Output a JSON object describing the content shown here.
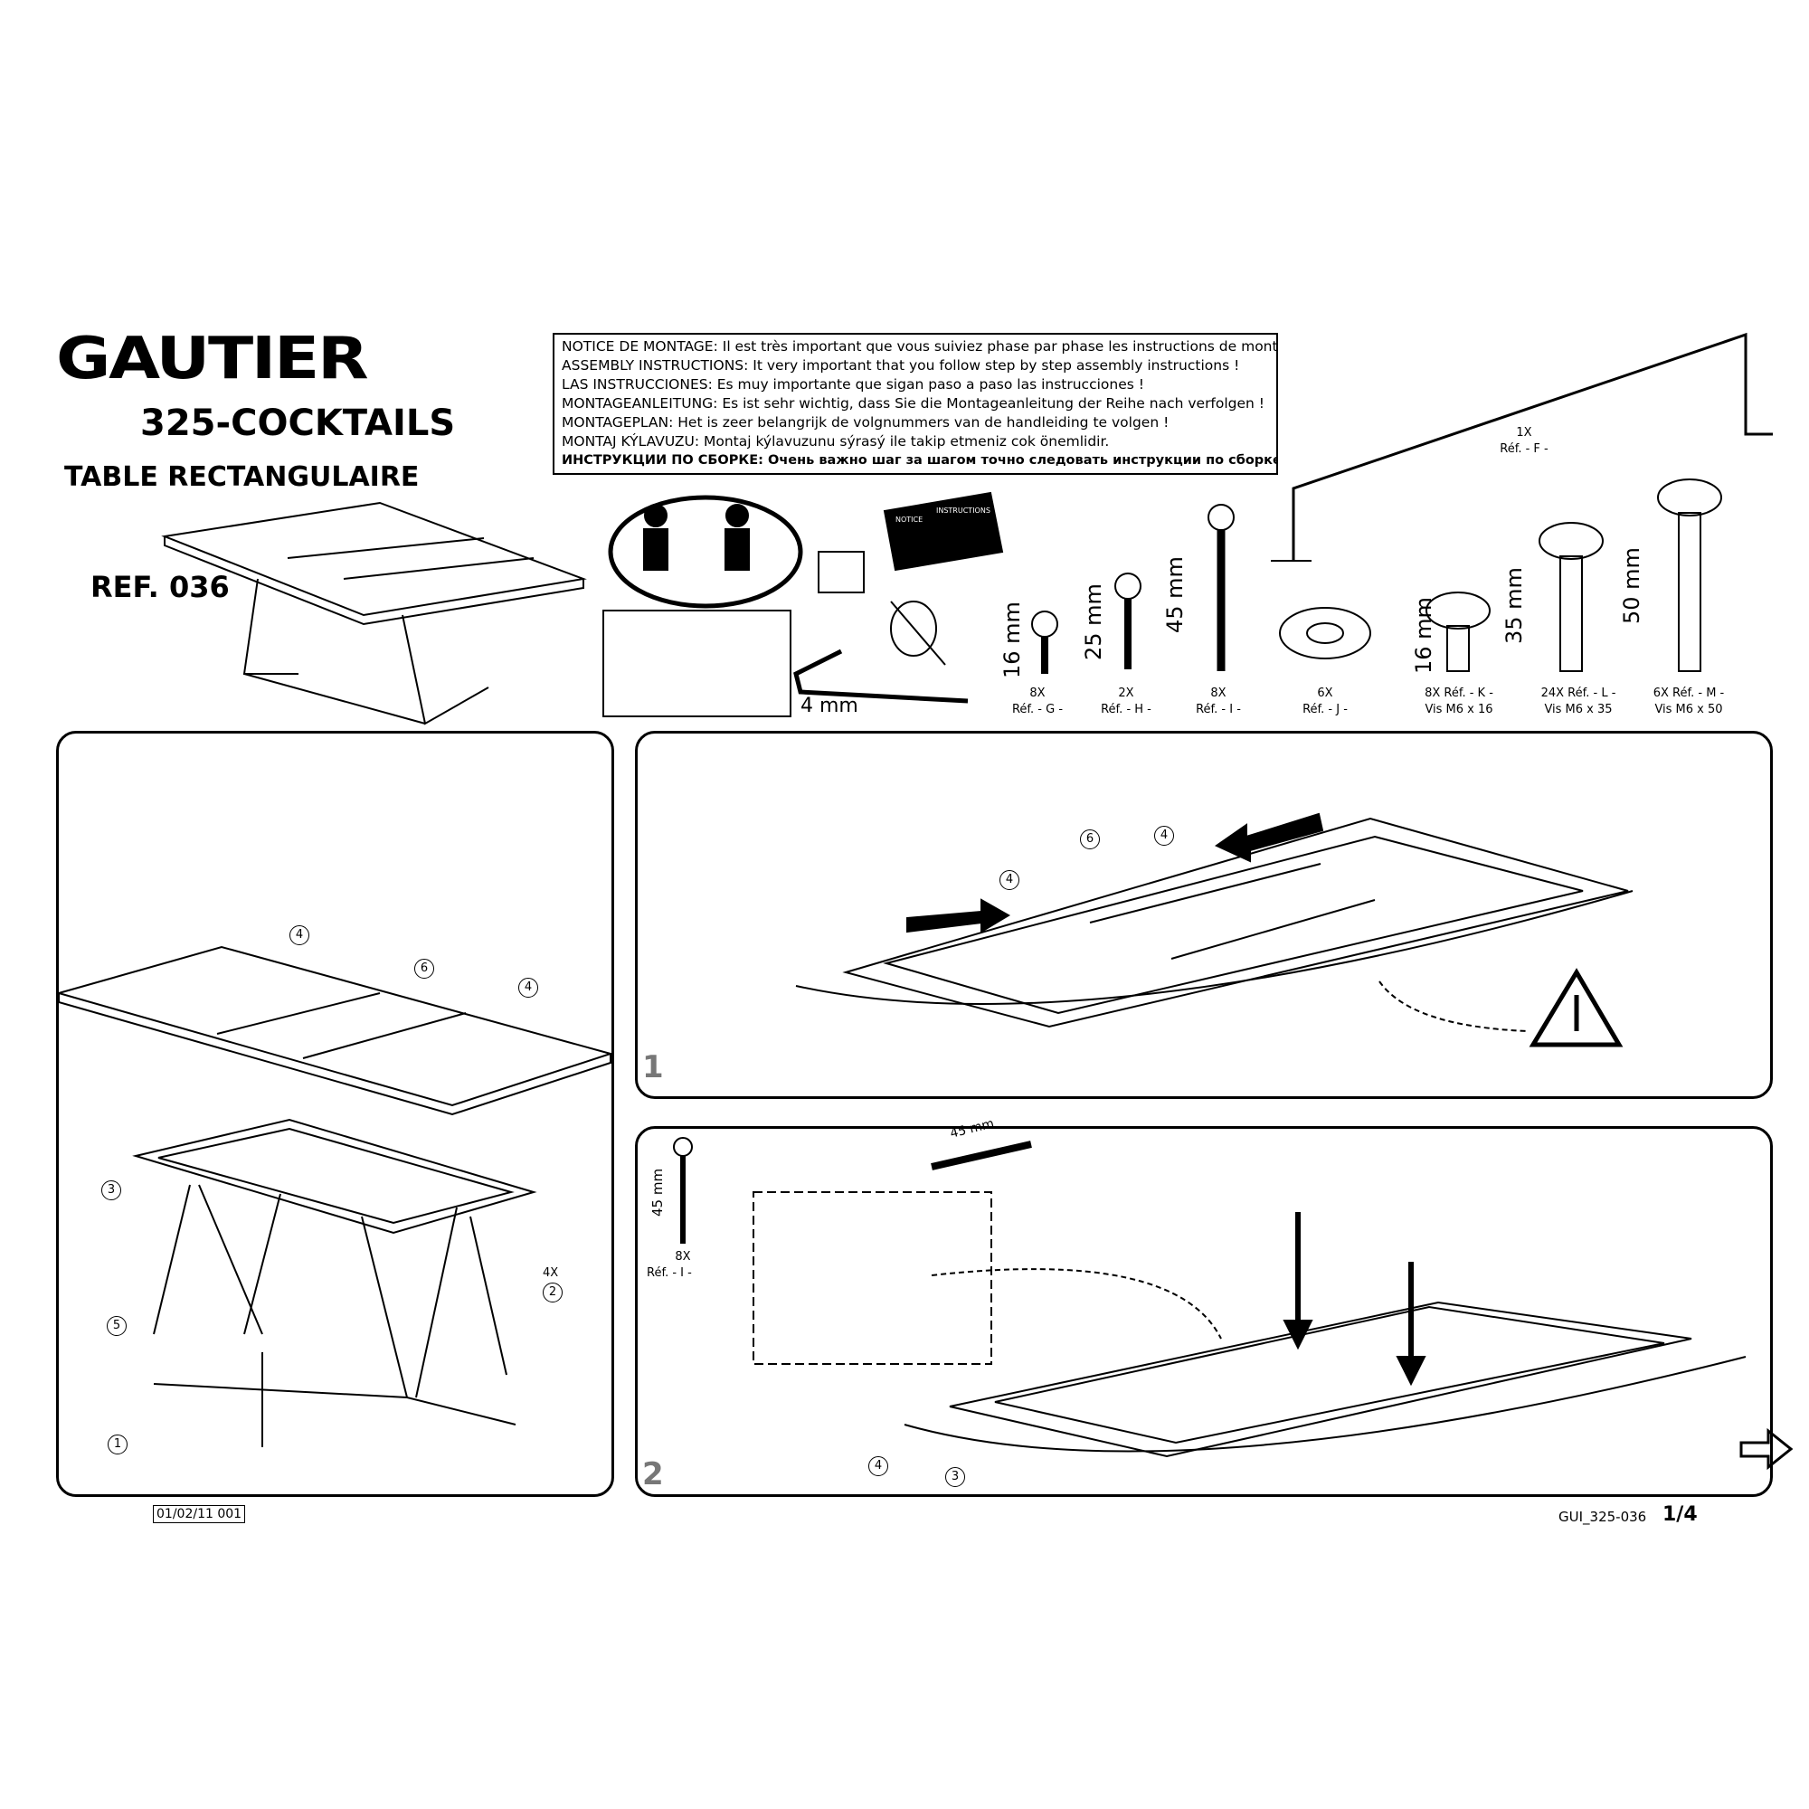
{
  "header": {
    "brand": "GAUTIER",
    "model": "325-COCKTAILS",
    "product": "TABLE RECTANGULAIRE",
    "reference": "REF. 036"
  },
  "notice": [
    "NOTICE DE MONTAGE: Il est très important que vous suiviez phase par phase les instructions de montage !",
    "ASSEMBLY INSTRUCTIONS: It very important that you follow step by step assembly instructions !",
    "LAS INSTRUCCIONES: Es muy importante que sigan paso a paso las instrucciones !",
    "MONTAGEANLEITUNG: Es ist sehr wichtig, dass Sie die Montageanleitung der Reihe nach verfolgen !",
    "MONTAGEPLAN: Het is zeer belangrijk de volgnummers van de handleiding te volgen !",
    "MONTAJ KÝLAVUZU: Montaj kýlavuzunu sýrasý ile takip etmeniz cok önemlidir.",
    "ИНСТРУКЦИИ ПО СБОРКЕ: Очень важно шаг за шагом точно следовать инструкции по сборке:"
  ],
  "tools": {
    "allen_key": "4 mm",
    "notice_label": "NOTICE",
    "instructions_label": "INSTRUCTIONS"
  },
  "parts": [
    {
      "qty": "1X",
      "ref": "Réf. - F -",
      "name": ""
    },
    {
      "qty": "8X",
      "ref": "Réf. - G -",
      "dim": "16 mm"
    },
    {
      "qty": "2X",
      "ref": "Réf. - H -",
      "dim": "25 mm"
    },
    {
      "qty": "8X",
      "ref": "Réf. - I -",
      "dim": "45 mm"
    },
    {
      "qty": "6X",
      "ref": "Réf. - J -"
    },
    {
      "qty": "8X Réf. - K -",
      "ref": "Vis M6 x 16",
      "dim": "16 mm"
    },
    {
      "qty": "24X Réf. - L -",
      "ref": "Vis M6 x 35",
      "dim": "35 mm"
    },
    {
      "qty": "6X Réf. - M -",
      "ref": "Vis M6 x 50",
      "dim": "50 mm"
    }
  ],
  "overview": {
    "callouts": [
      "4",
      "6",
      "4",
      "3",
      "5",
      "4X",
      "2",
      "1"
    ]
  },
  "step1": {
    "number": "1",
    "callouts": [
      "6",
      "4",
      "4"
    ]
  },
  "step2": {
    "number": "2",
    "screw_dim": "45 mm",
    "screw_qty": "8X",
    "screw_ref": "Réf. - I -",
    "detail_dim": "45 mm",
    "callouts": [
      "4",
      "3"
    ]
  },
  "footer": {
    "date": "01/02/11 001",
    "code": "GUI_325-036",
    "page": "1/4"
  }
}
